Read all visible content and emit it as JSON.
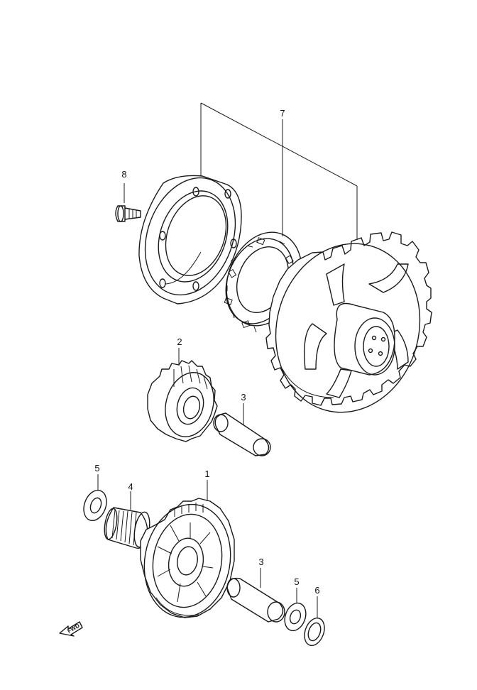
{
  "callouts": {
    "one": "1",
    "two": "2",
    "three_upper": "3",
    "three_lower": "3",
    "four": "4",
    "five_left": "5",
    "five_right": "5",
    "six": "6",
    "seven": "7",
    "eight": "8"
  },
  "direction_marker": {
    "label": "FWD",
    "icon": "fwd-arrow-icon"
  },
  "line_color": "#1a1a1a",
  "background_color": "#ffffff"
}
